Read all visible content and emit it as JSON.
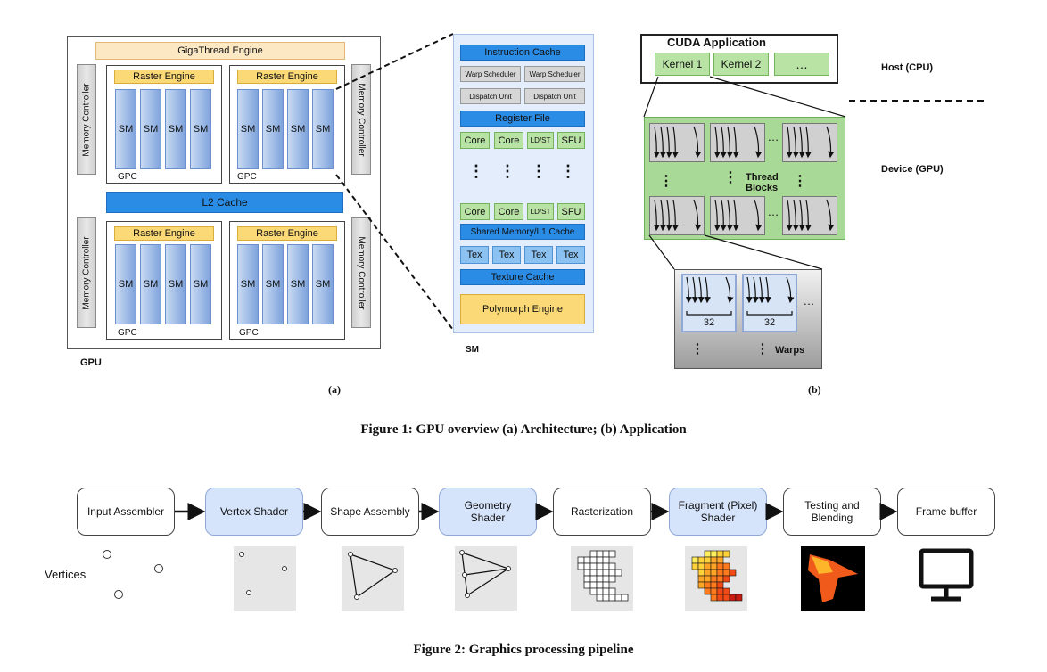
{
  "figure1": {
    "caption": "Figure 1: GPU overview (a) Architecture; (b) Application",
    "panel_a_label": "(a)",
    "panel_b_label": "(b)",
    "gpu": {
      "label": "GPU",
      "gigathread": "GigaThread Engine",
      "memory_controller": "Memory Controller",
      "raster_engine": "Raster Engine",
      "sm": "SM",
      "gpc": "GPC",
      "l2_cache": "L2 Cache"
    },
    "sm_detail": {
      "label": "SM",
      "instruction_cache": "Instruction Cache",
      "warp_scheduler": "Warp Scheduler",
      "dispatch_unit": "Dispatch Unit",
      "register_file": "Register File",
      "core": "Core",
      "ldst": "LD/ST",
      "sfu": "SFU",
      "dots": "⋮",
      "shared_memory": "Shared Memory/L1 Cache",
      "tex": "Tex",
      "texture_cache": "Texture Cache",
      "polymorph": "Polymorph Engine"
    },
    "application": {
      "cuda_app": "CUDA Application",
      "kernel1": "Kernel 1",
      "kernel2": "Kernel 2",
      "kernel_more": "…",
      "host": "Host (CPU)",
      "device": "Device (GPU)",
      "thread_blocks_l1": "Thread",
      "thread_blocks_l2": "Blocks",
      "warps": "Warps",
      "warp_size": "32",
      "ellipsis": "…",
      "vdots": "⋮"
    }
  },
  "figure2": {
    "caption": "Figure 2: Graphics processing pipeline",
    "stages": [
      {
        "line1": "Input Assembler",
        "line2": ""
      },
      {
        "line1": "Vertex Shader",
        "line2": ""
      },
      {
        "line1": "Shape Assembly",
        "line2": ""
      },
      {
        "line1": "Geometry",
        "line2": "Shader"
      },
      {
        "line1": "Rasterization",
        "line2": ""
      },
      {
        "line1": "Fragment (Pixel)",
        "line2": "Shader"
      },
      {
        "line1": "Testing and",
        "line2": "Blending"
      },
      {
        "line1": "Frame buffer",
        "line2": ""
      }
    ],
    "vertices_label": "Vertices"
  },
  "colors": {
    "accent_blue": "#2b8ce6",
    "green": "#b9e3a4",
    "yellow": "#fbd977",
    "highlight_stage": "#d5e3fb"
  }
}
